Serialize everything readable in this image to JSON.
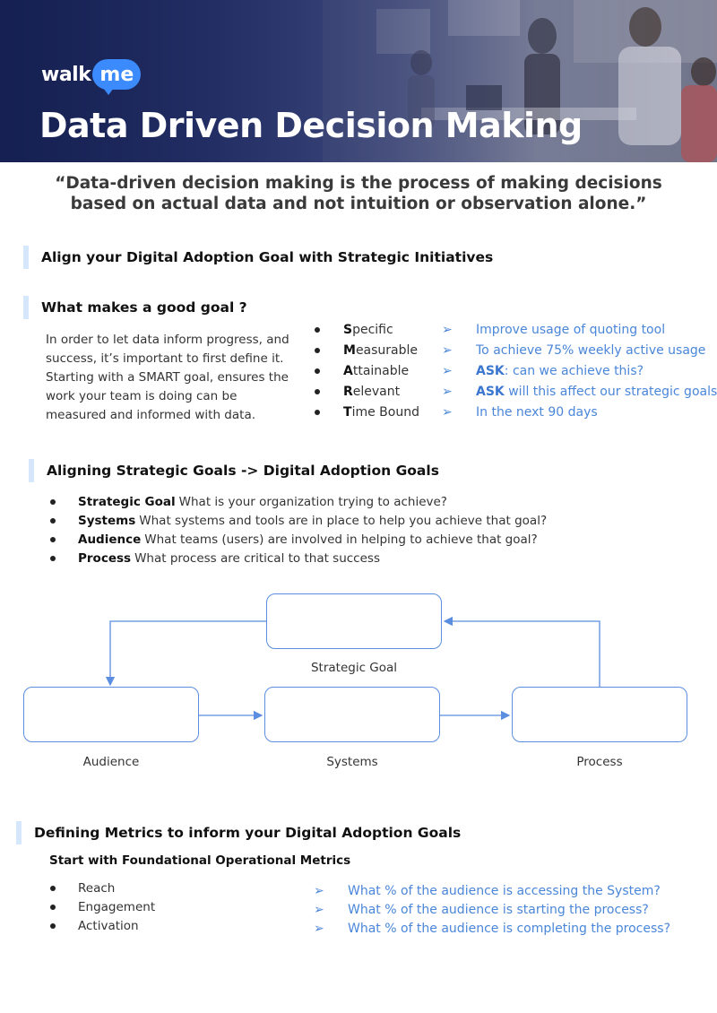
{
  "header": {
    "logo_walk": "walk",
    "logo_me": "me",
    "title": "Data Driven Decision Making"
  },
  "quote": "“Data-driven decision making is the process of making decisions based on actual data and not intuition or observation alone.”",
  "section_align": {
    "heading": "Align your Digital Adoption Goal with Strategic Initiatives"
  },
  "section_goal": {
    "heading": "What makes a good goal ?",
    "body": "In order to let data inform progress, and success, it’s important to first define it. Starting with a SMART goal, ensures the work your team is doing can be measured and informed with data.",
    "smart": [
      {
        "letter": "S",
        "rest": "pecific",
        "arrow": "➢",
        "desc_bold": "",
        "desc": "Improve usage of quoting tool"
      },
      {
        "letter": "M",
        "rest": "easurable",
        "arrow": "➢",
        "desc_bold": "",
        "desc": "To achieve 75% weekly active usage"
      },
      {
        "letter": "A",
        "rest": "ttainable",
        "arrow": "➢",
        "desc_bold": "ASK",
        "desc": ": can we achieve this?"
      },
      {
        "letter": "R",
        "rest": "elevant",
        "arrow": "➢",
        "desc_bold": "ASK",
        "desc": " will this affect our strategic goals?"
      },
      {
        "letter": "T",
        "rest": "ime Bound",
        "arrow": "➢",
        "desc_bold": "",
        "desc": "In the next 90 days"
      }
    ]
  },
  "section_aligning": {
    "heading": "Aligning Strategic Goals -> Digital Adoption Goals",
    "items": [
      {
        "term": "Strategic Goal",
        "text": "What is your organization trying to achieve?"
      },
      {
        "term": "Systems",
        "text": "What systems and tools are in place to help you achieve that goal?"
      },
      {
        "term": "Audience",
        "text": "What teams (users) are involved in helping to achieve that goal?"
      },
      {
        "term": "Process",
        "text": "What process are critical to that success"
      }
    ]
  },
  "diagram": {
    "strategic_goal": "Strategic Goal",
    "audience": "Audience",
    "systems": "Systems",
    "process": "Process"
  },
  "section_metrics": {
    "heading": "Defining Metrics to inform your Digital Adoption Goals",
    "subheading": "Start with Foundational Operational Metrics",
    "metrics": [
      "Reach",
      "Engagement",
      "Activation"
    ],
    "arrow": "➢",
    "questions": [
      "What % of the audience is accessing the System?",
      "What % of the audience is starting the process?",
      "What % of the audience is completing the process?"
    ]
  },
  "colors": {
    "banner_navy": "#1e2a5c",
    "accent_blue": "#4a86d9",
    "heading_bar": "#d6e6fb",
    "logo_bubble": "#3b8bff"
  }
}
